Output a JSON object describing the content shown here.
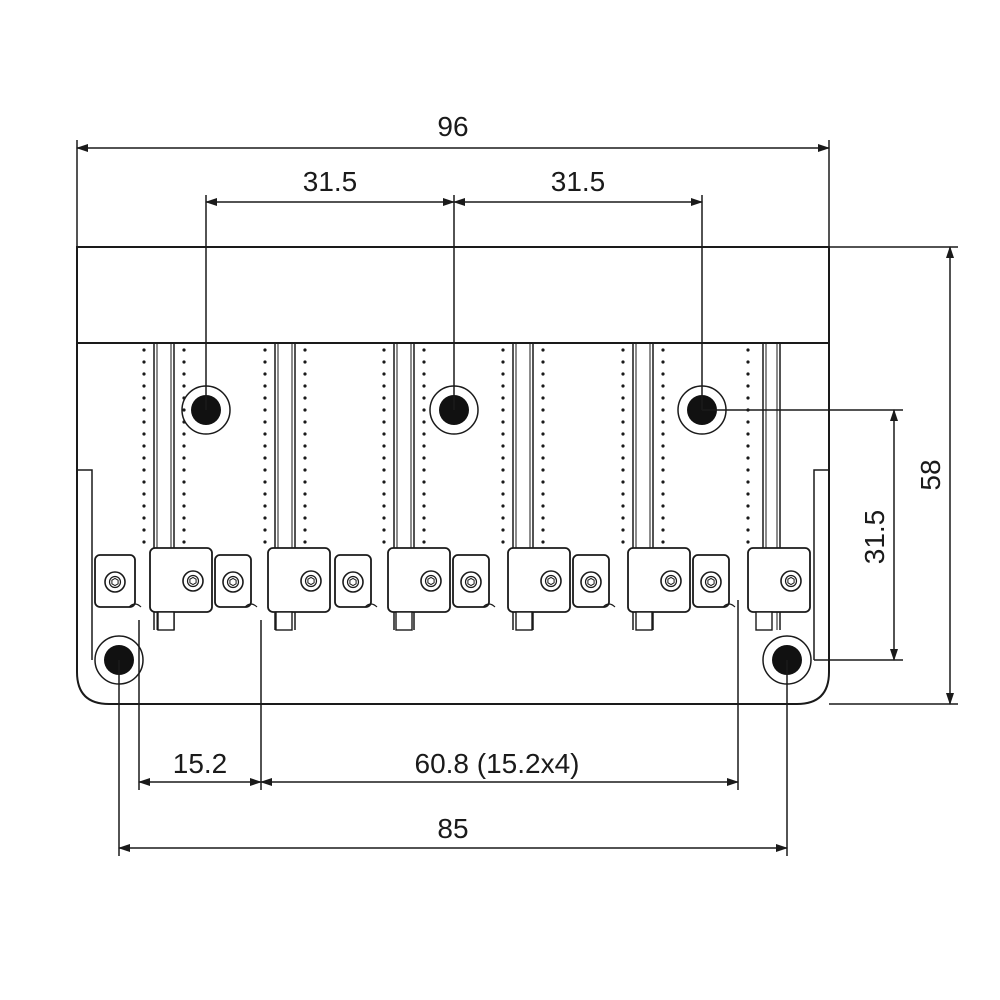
{
  "drawing": {
    "subject": "bass-bridge",
    "line_color": "#1a1a1a",
    "hole_color": "#111111",
    "background": "#ffffff",
    "dimensions": {
      "overall_width": "96",
      "mount_spacing_left": "31.5",
      "mount_spacing_right": "31.5",
      "overall_height": "58",
      "mount_vertical": "31.5",
      "first_saddle_offset": "15.2",
      "string_spacing": "60.8 (15.2x4)",
      "corner_hole_spacing": "85"
    }
  }
}
